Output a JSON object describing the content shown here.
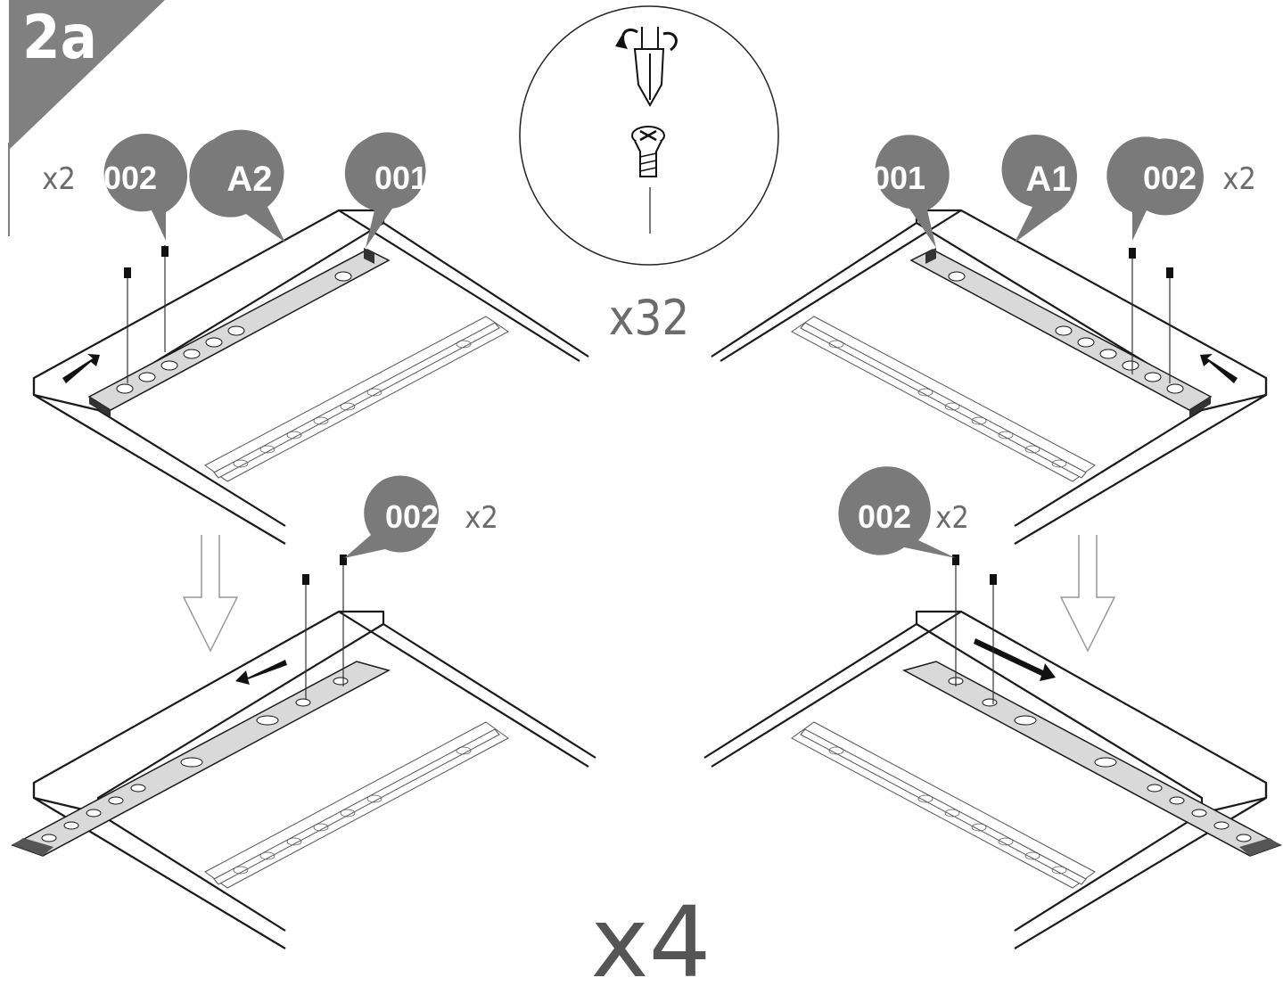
{
  "step": {
    "number": "2a",
    "color": "#808080"
  },
  "callouts": {
    "left_top_screw_ref": "002",
    "left_top_screw_qty": "x2",
    "left_top_panel_ref": "A2",
    "left_top_rail_ref": "001",
    "right_top_rail_ref": "001",
    "right_top_panel_ref": "A1",
    "right_top_screw_ref": "002",
    "right_top_screw_qty": "x2",
    "left_bottom_screw_ref": "002",
    "left_bottom_screw_qty": "x2",
    "right_bottom_screw_ref": "002",
    "right_bottom_screw_qty": "x2"
  },
  "tool_detail": {
    "quantity": "x32",
    "tool_icon": "phillips-screwdriver-icon",
    "screw_icon": "countersunk-screw-icon"
  },
  "repeat": {
    "quantity": "x4"
  },
  "colors": {
    "callout": "#7a7a7a",
    "quantity_text": "#6b6b6b",
    "line": "#1a1a1a"
  }
}
